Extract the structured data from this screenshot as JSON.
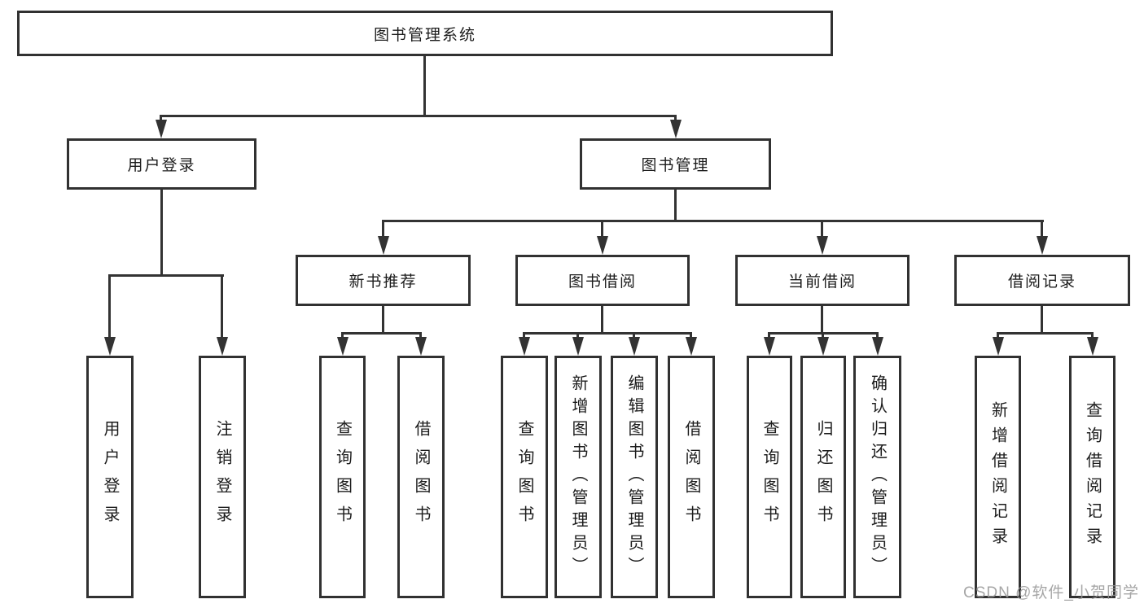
{
  "diagram": {
    "root": {
      "label": "图书管理系统"
    },
    "branches": [
      {
        "label": "用户登录",
        "children": [
          {
            "label": "用户登录"
          },
          {
            "label": "注销登录"
          }
        ]
      },
      {
        "label": "图书管理",
        "children": [
          {
            "label": "新书推荐",
            "children": [
              {
                "label": "查询图书"
              },
              {
                "label": "借阅图书"
              }
            ]
          },
          {
            "label": "图书借阅",
            "children": [
              {
                "label": "查询图书"
              },
              {
                "label": "新增图书（管理员）"
              },
              {
                "label": "编辑图书（管理员）"
              },
              {
                "label": "借阅图书"
              }
            ]
          },
          {
            "label": "当前借阅",
            "children": [
              {
                "label": "查询图书"
              },
              {
                "label": "归还图书"
              },
              {
                "label": "确认归还（管理员）"
              }
            ]
          },
          {
            "label": "借阅记录",
            "children": [
              {
                "label": "新增借阅记录"
              },
              {
                "label": "查询借阅记录"
              }
            ]
          }
        ]
      }
    ]
  },
  "watermark": {
    "text": "CSDN @软件_小贺同学"
  },
  "colors": {
    "line": "#333333",
    "box_border": "#313131",
    "text": "#1c1c1c",
    "background": "#ffffff",
    "watermark": "#969696"
  }
}
